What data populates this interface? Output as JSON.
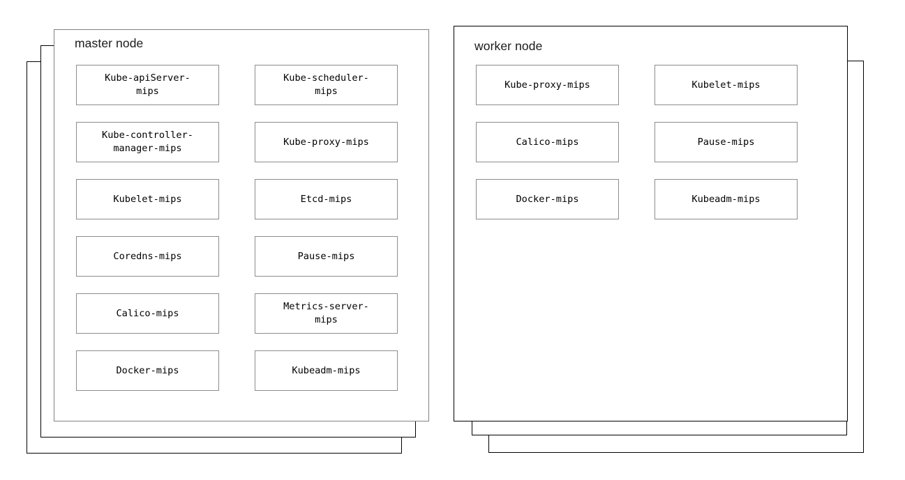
{
  "diagram": {
    "type": "node-component-stack-diagram",
    "background_color": "#ffffff",
    "front_card_border_master": "#808080",
    "front_card_border_worker": "#000000",
    "back_card_border_color": "#000000",
    "component_box_border_color": "#8c8c8c",
    "text_color": "#000000"
  },
  "nodes": [
    {
      "id": "master-node",
      "title": "master node",
      "stack_layers": 3,
      "stack_direction": "down-left",
      "components": [
        "Kube-apiServer-\nmips",
        "Kube-scheduler-\nmips",
        "Kube-controller-\nmanager-mips",
        "Kube-proxy-mips",
        "Kubelet-mips",
        "Etcd-mips",
        "Coredns-mips",
        "Pause-mips",
        "Calico-mips",
        "Metrics-server-\nmips",
        "Docker-mips",
        "Kubeadm-mips"
      ]
    },
    {
      "id": "worker-node",
      "title": "worker node",
      "stack_layers": 3,
      "stack_direction": "down-right",
      "components": [
        "Kube-proxy-mips",
        "Kubelet-mips",
        "Calico-mips",
        "Pause-mips",
        "Docker-mips",
        "Kubeadm-mips"
      ]
    }
  ]
}
